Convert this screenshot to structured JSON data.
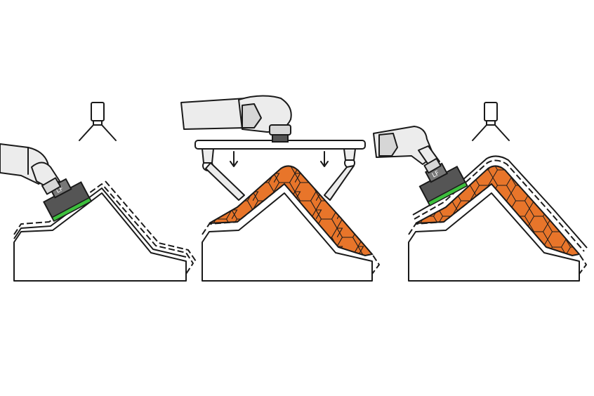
{
  "colors": {
    "background": "#ffffff",
    "mold_top": "#f2f2f2",
    "mold_bottom": "#4a4a4a",
    "honeycomb_fill": "#e8752a",
    "honeycomb_line": "#1a1a1a",
    "robot_body": "#ececec",
    "sensor_green": "#3dbf3d",
    "tool_gray": "#555555",
    "outline": "#1a1a1a"
  },
  "panels": [
    {
      "name": "panel-1",
      "tool_mark": "LF",
      "icons": [
        "robot-arm-icon",
        "pressure-tool-icon",
        "camera-icon"
      ]
    },
    {
      "name": "panel-2",
      "icons": [
        "robot-arm-icon",
        "gripper-frame-icon",
        "down-arrow-icon",
        "down-arrow-icon"
      ]
    },
    {
      "name": "panel-3",
      "tool_mark": "LF",
      "icons": [
        "robot-arm-icon",
        "pressure-tool-icon",
        "camera-icon"
      ]
    }
  ]
}
